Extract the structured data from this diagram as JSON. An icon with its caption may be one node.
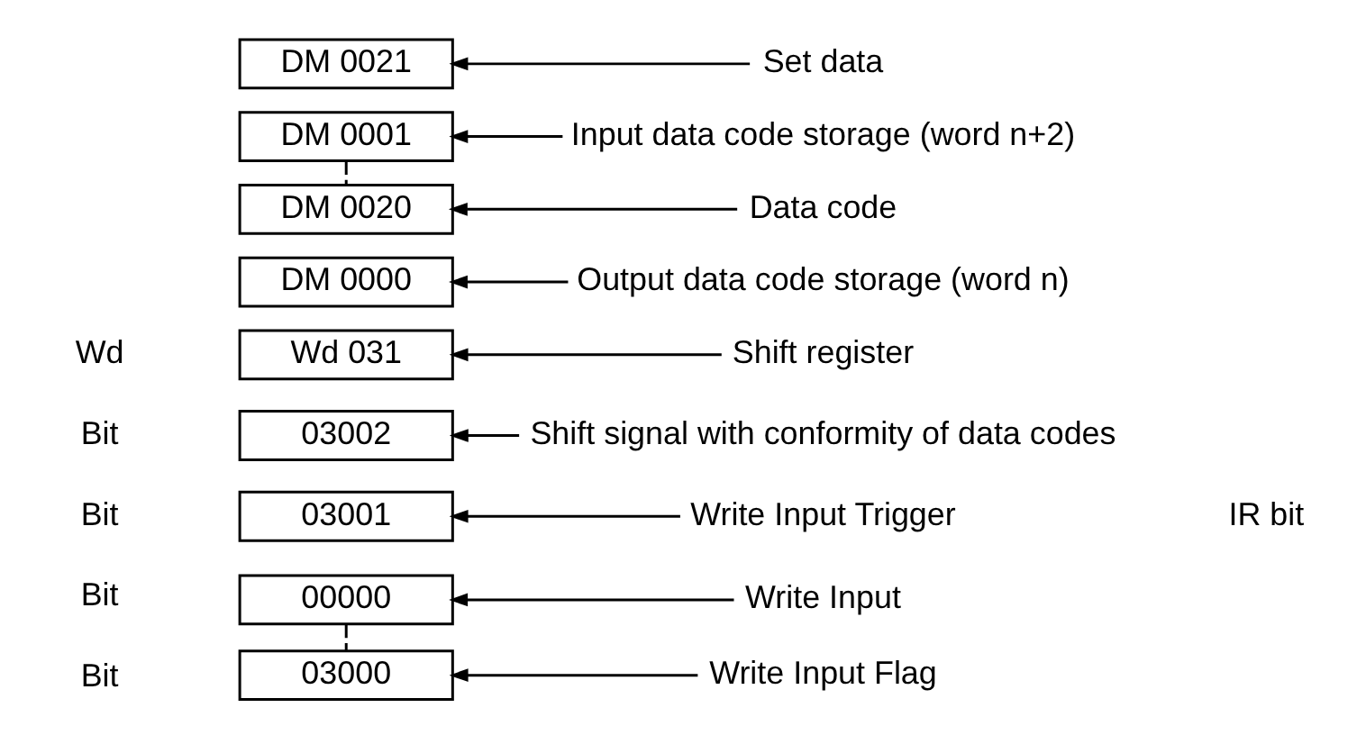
{
  "diagram": {
    "nodes": [
      {
        "text": [
          "00000"
        ]
      },
      {
        "text": [
          "03000"
        ]
      },
      {
        "text": [
          "03001"
        ]
      },
      {
        "text": [
          "03002"
        ]
      },
      {
        "text": [
          "Wd 031"
        ]
      },
      {
        "text": [
          "DM 0000"
        ]
      },
      {
        "text": [
          "DM 0001"
        ]
      },
      {
        "text": [
          "DM 0020"
        ]
      },
      {
        "text": [
          "DM 0021"
        ]
      },
      {
        "text": [
          "Write Input"
        ]
      },
      {
        "text": [
          "Write Input Flag"
        ]
      },
      {
        "text": [
          "Write Input Trigger"
        ]
      },
      {
        "text": [
          "Shift signal with conformity of data codes"
        ]
      },
      {
        "text": [
          "Shift register"
        ]
      },
      {
        "text": [
          "Output data code storage (word n)"
        ]
      },
      {
        "text": [
          "Input data code storage (word n+2)"
        ]
      },
      {
        "text": [
          "Data code"
        ]
      },
      {
        "text": [
          "Set data"
        ]
      }
    ],
    "edges": [
      {
        "from": 9,
        "to": 0,
        "arrow": "to"
      },
      {
        "from": 0,
        "to": 1,
        "arrow": "none",
        "style": "dashed"
      },
      {
        "from": 10,
        "to": 1,
        "arrow": "to"
      },
      {
        "from": 11,
        "to": 2,
        "arrow": "to"
      },
      {
        "from": 12,
        "to": 3,
        "arrow": "to"
      },
      {
        "from": 13,
        "to": 4,
        "arrow": "to"
      },
      {
        "from": 14,
        "to": 5,
        "arrow": "to"
      },
      {
        "from": 15,
        "to": 6,
        "arrow": "to"
      },
      {
        "from": 6,
        "to": 7,
        "arrow": "none",
        "style": "dashed"
      },
      {
        "from": 16,
        "to": 7,
        "arrow": "to"
      },
      {
        "from": 17,
        "to": 8,
        "arrow": "to"
      }
    ],
    "labels": [
      "Bit",
      "Bit",
      "Bit",
      "Bit",
      "IR bit",
      "Wd"
    ]
  }
}
